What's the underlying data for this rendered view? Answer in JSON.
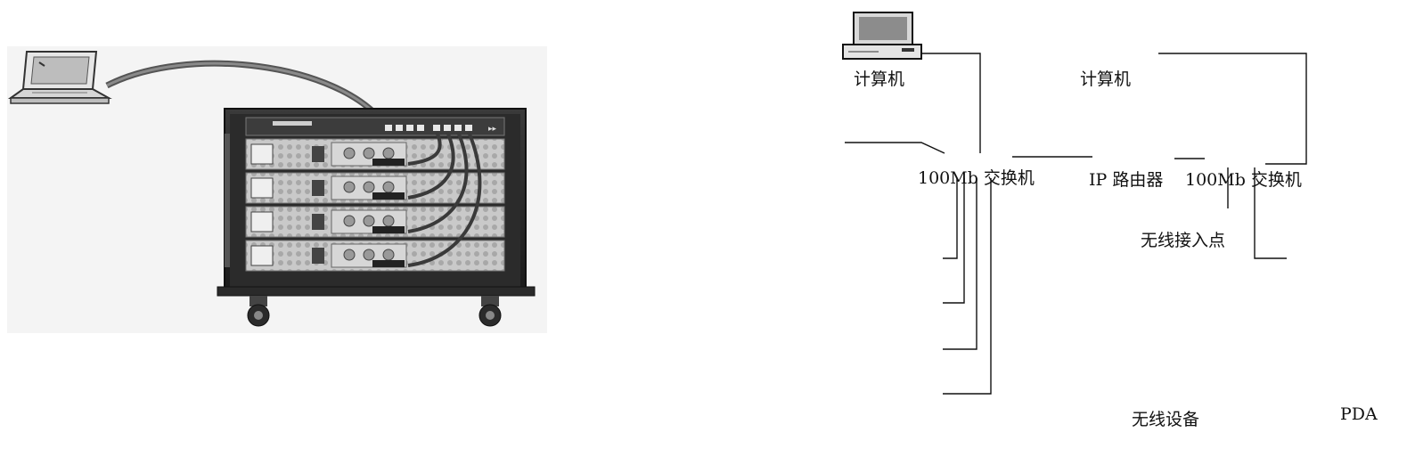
{
  "diagram": {
    "labels": {
      "computer_top_left": "计算机",
      "computer_top_right": "计算机",
      "switch_left": "100Mb 交换机",
      "router": "IP 路由器",
      "switch_right": "100Mb 交换机",
      "access_point": "无线接入点",
      "wireless_device": "无线设备",
      "pda": "PDA"
    }
  }
}
